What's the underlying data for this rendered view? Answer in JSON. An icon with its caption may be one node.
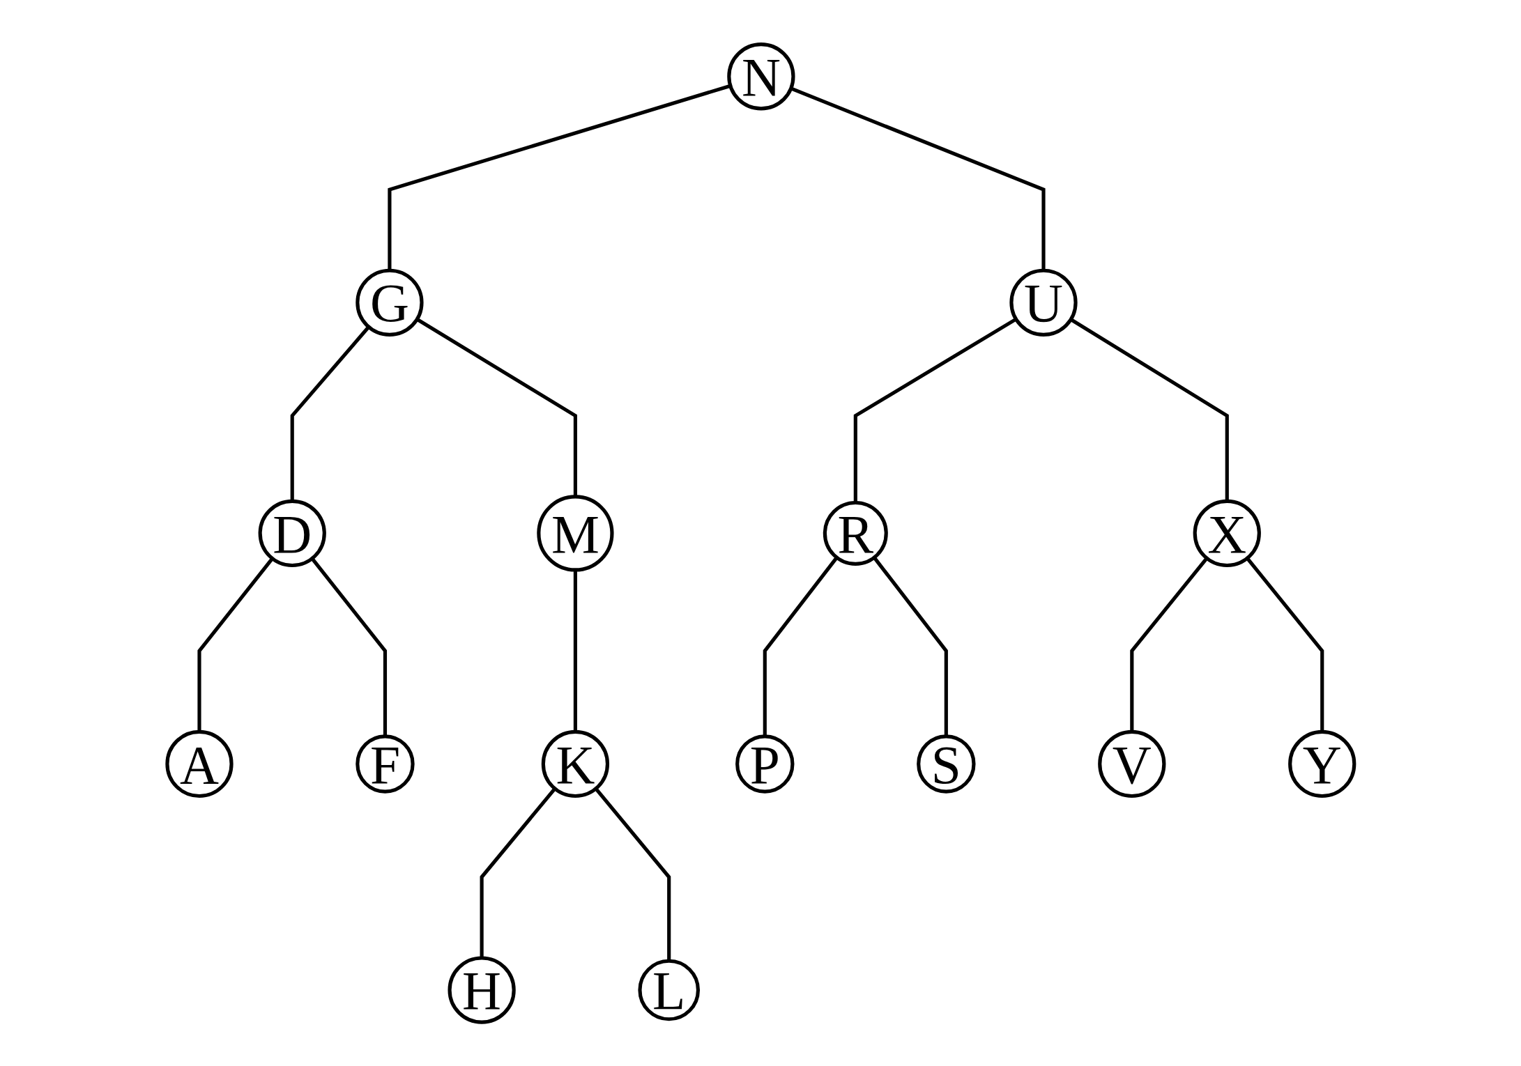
{
  "diagram": {
    "nodes": [
      {
        "text": [
          "N"
        ]
      },
      {
        "text": [
          "G"
        ]
      },
      {
        "text": [
          "U"
        ]
      },
      {
        "text": [
          "D"
        ]
      },
      {
        "text": [
          "M"
        ]
      },
      {
        "text": [
          "R"
        ]
      },
      {
        "text": [
          "X"
        ]
      },
      {
        "text": [
          "A"
        ]
      },
      {
        "text": [
          "F"
        ]
      },
      {
        "text": [
          "K"
        ]
      },
      {
        "text": [
          "P"
        ]
      },
      {
        "text": [
          "S"
        ]
      },
      {
        "text": [
          "V"
        ]
      },
      {
        "text": [
          "Y"
        ]
      },
      {
        "text": [
          "H"
        ]
      },
      {
        "text": [
          "L"
        ]
      }
    ],
    "edges": [
      {
        "from": 0,
        "to": 1,
        "arrow": "none"
      },
      {
        "from": 0,
        "to": 2,
        "arrow": "none"
      },
      {
        "from": 1,
        "to": 3,
        "arrow": "none"
      },
      {
        "from": 1,
        "to": 4,
        "arrow": "none"
      },
      {
        "from": 2,
        "to": 5,
        "arrow": "none"
      },
      {
        "from": 2,
        "to": 6,
        "arrow": "none"
      },
      {
        "from": 3,
        "to": 7,
        "arrow": "none"
      },
      {
        "from": 3,
        "to": 8,
        "arrow": "none"
      },
      {
        "from": 4,
        "to": 9,
        "arrow": "none"
      },
      {
        "from": 5,
        "to": 10,
        "arrow": "none"
      },
      {
        "from": 5,
        "to": 11,
        "arrow": "none"
      },
      {
        "from": 6,
        "to": 12,
        "arrow": "none"
      },
      {
        "from": 6,
        "to": 13,
        "arrow": "none"
      },
      {
        "from": 9,
        "to": 14,
        "arrow": "none"
      },
      {
        "from": 9,
        "to": 15,
        "arrow": "none"
      }
    ]
  }
}
